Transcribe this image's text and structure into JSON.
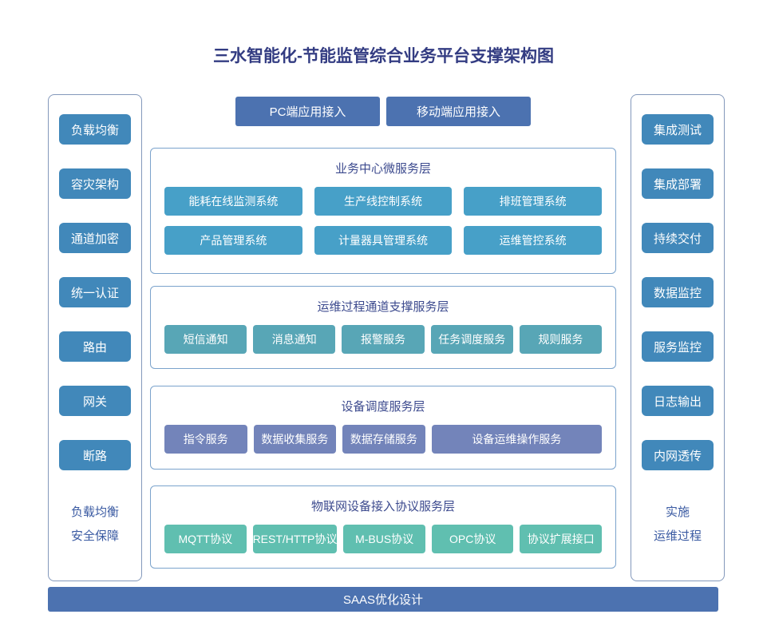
{
  "title": "三水智能化-节能监管综合业务平台支撑架构图",
  "top_buttons": [
    {
      "label": "PC端应用接入"
    },
    {
      "label": "移动端应用接入"
    }
  ],
  "left_sidebar": {
    "items": [
      "负载均衡",
      "容灾架构",
      "通道加密",
      "统一认证",
      "路由",
      "网关",
      "断路"
    ],
    "caption_line1": "负载均衡",
    "caption_line2": "安全保障"
  },
  "right_sidebar": {
    "items": [
      "集成测试",
      "集成部署",
      "持续交付",
      "数据监控",
      "服务监控",
      "日志输出",
      "内网透传"
    ],
    "caption_line1": "实施",
    "caption_line2": "运维过程"
  },
  "layers": [
    {
      "title": "业务中心微服务层",
      "color": "#47a0c8",
      "items": [
        "能耗在线监测系统",
        "生产线控制系统",
        "排班管理系统",
        "产品管理系统",
        "计量器具管理系统",
        "运维管控系统"
      ]
    },
    {
      "title": "运维过程通道支撑服务层",
      "color": "#58a6b6",
      "items": [
        "短信通知",
        "消息通知",
        "报警服务",
        "任务调度服务",
        "规则服务"
      ]
    },
    {
      "title": "设备调度服务层",
      "color": "#7384ba",
      "items": [
        "指令服务",
        "数据收集服务",
        "数据存储服务",
        "设备运维操作服务"
      ]
    },
    {
      "title": "物联网设备接入协议服务层",
      "color": "#60bfb0",
      "items": [
        "MQTT协议",
        "REST/HTTP协议",
        "M-BUS协议",
        "OPC协议",
        "协议扩展接口"
      ]
    }
  ],
  "bottom_bar": {
    "label": "SAAS优化设计"
  },
  "colors": {
    "title_text": "#333c82",
    "primary_blue": "#4c72b0",
    "sidebar_button": "#4188ba",
    "sidebar_border": "#8398bb",
    "layer_border": "#7ba3cc",
    "layer1_button": "#47a0c8",
    "layer2_button": "#58a6b6",
    "layer3_button": "#7384ba",
    "layer4_button": "#60bfb0",
    "caption_text": "#3a5aa2"
  }
}
